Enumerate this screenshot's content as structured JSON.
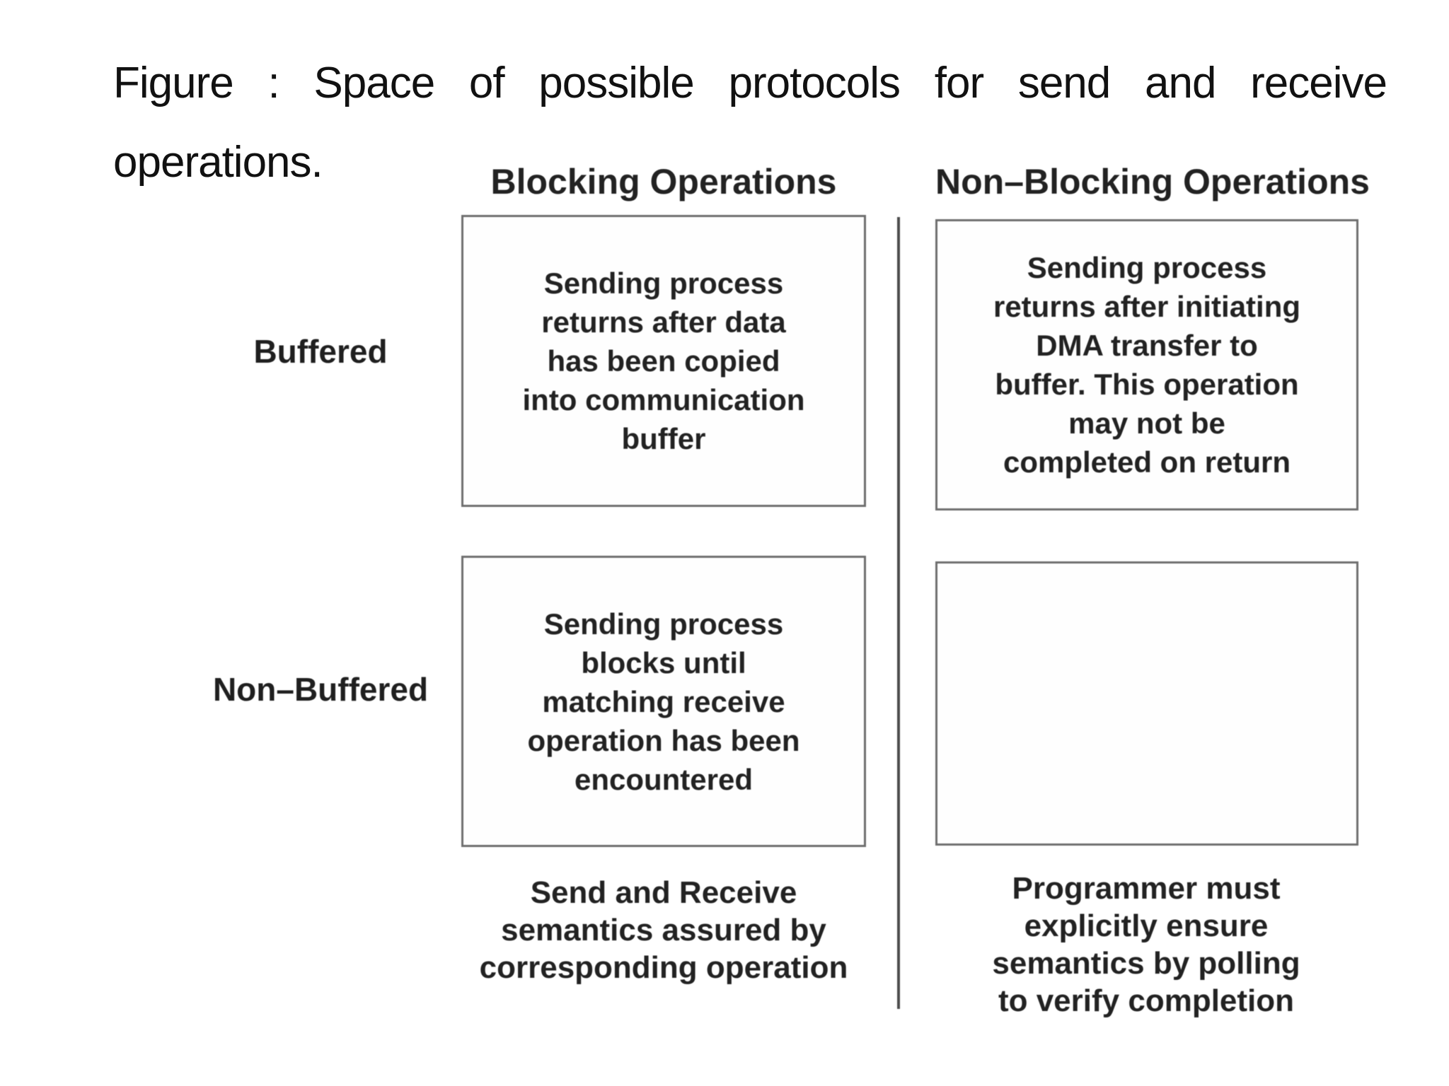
{
  "title": {
    "line1": "Figure : Space of possible protocols for send and receive",
    "line2": "operations."
  },
  "matrix": {
    "column_headers": [
      "Blocking Operations",
      "Non–Blocking Operations"
    ],
    "row_labels": [
      "Buffered",
      "Non–Buffered"
    ],
    "cells": {
      "buffered_blocking": [
        "Sending process",
        "returns after data",
        "has been copied",
        "into communication",
        "buffer"
      ],
      "buffered_nonblocking": [
        "Sending process",
        "returns after initiating",
        "DMA transfer to",
        "buffer. This operation",
        "may not be",
        "completed on return"
      ],
      "nonbuffered_blocking": [
        "Sending process",
        "blocks until",
        "matching receive",
        "operation has been",
        "encountered"
      ],
      "nonbuffered_nonblocking": []
    },
    "column_footnotes": {
      "blocking": [
        "Send and Receive",
        "semantics assured by",
        "corresponding operation"
      ],
      "nonblocking": [
        "Programmer must",
        "explicitly ensure",
        "semantics by polling",
        "to verify completion"
      ]
    }
  },
  "colors": {
    "background": "#ffffff",
    "text": "#1e1e1e",
    "box_border": "#6e6e6e",
    "divider": "#4d4d4d"
  }
}
